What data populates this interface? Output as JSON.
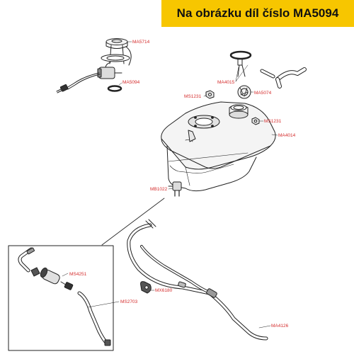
{
  "banner": {
    "text": "Na obrázku díl číslo MA5094"
  },
  "colors": {
    "banner": "#f7c600",
    "label": "#d42b2b",
    "line": "#222222"
  },
  "parts": {
    "ma5714": "MA5714",
    "ma5094": "MA5094",
    "ma4015": "MA4015",
    "ms1231_top": "MS1231",
    "ma5074": "MA5074",
    "ms1231_right": "MS1231",
    "ma4014": "MA4014",
    "mb1022": "MB1022",
    "ms4251": "MS4251",
    "ms2703": "MS2703",
    "mx6180": "MX6180",
    "ma4126": "MA4126"
  }
}
